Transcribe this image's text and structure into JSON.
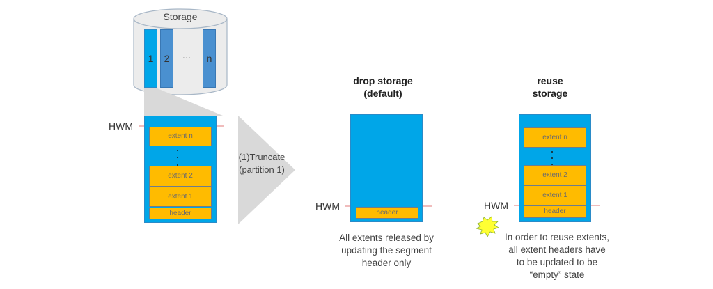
{
  "storage": {
    "label": "Storage",
    "partitions": [
      {
        "label": "1",
        "color": "#00a6e8"
      },
      {
        "label": "2",
        "color": "#4a90d0"
      },
      {
        "label": "…",
        "color": null
      },
      {
        "label": "n",
        "color": "#4a90d0"
      }
    ]
  },
  "before": {
    "hwm_label": "HWM",
    "extents": [
      "extent n",
      "extent 2",
      "extent 1",
      "header"
    ]
  },
  "action": {
    "line1": "(1)Truncate",
    "line2": "(partition 1)"
  },
  "drop_storage": {
    "title_line1": "drop storage",
    "title_line2": "(default)",
    "hwm_label": "HWM",
    "extents": [
      "header"
    ],
    "caption": [
      "All extents released by",
      "updating the segment",
      "header only"
    ]
  },
  "reuse_storage": {
    "title_line1": "reuse",
    "title_line2": "storage",
    "hwm_label": "HWM",
    "extents": [
      "extent n",
      "extent 2",
      "extent 1",
      "header"
    ],
    "caption": [
      "In order to reuse extents,",
      "all extent headers have",
      "to be updated to be",
      "“empty” state"
    ]
  },
  "colors": {
    "segment": "#00a6e8",
    "extent": "#ffbb00",
    "hwm_line": "#e06060",
    "arrow": "#d9d9d9",
    "star": "#ffff33"
  }
}
